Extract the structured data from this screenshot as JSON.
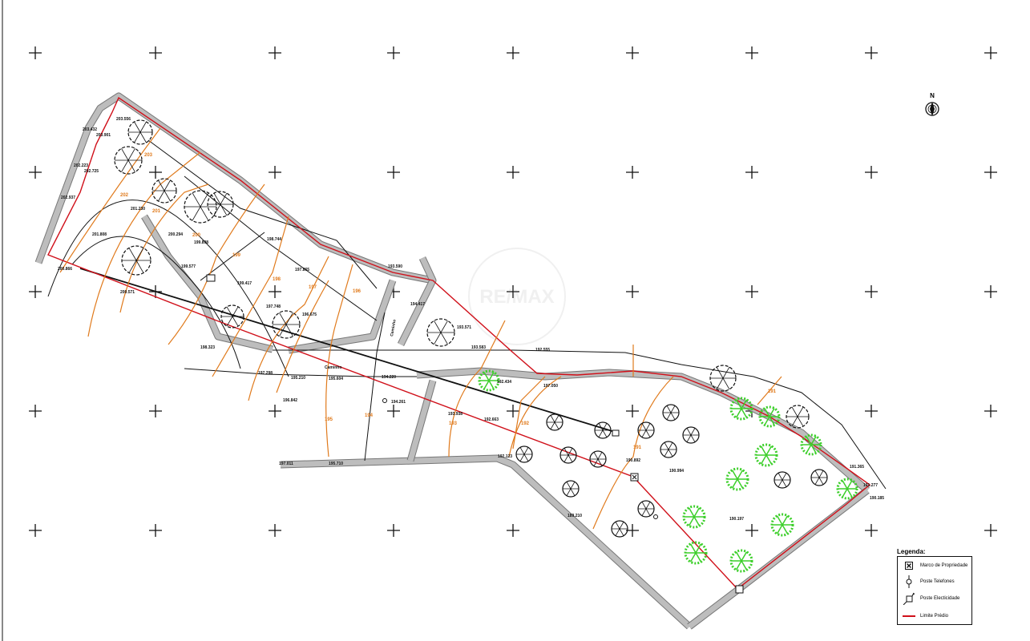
{
  "legend": {
    "title": "Legenda:",
    "items": [
      {
        "label": "Marco de Propriedade",
        "icon": "property-marker-icon"
      },
      {
        "label": "Poste Telefones",
        "icon": "telephone-pole-icon"
      },
      {
        "label": "Poste Electicidade",
        "icon": "electricity-pole-icon"
      },
      {
        "label": "Limite Prédio",
        "icon": "boundary-line-icon"
      }
    ]
  },
  "north_label": "N",
  "watermark": "RE/MAX",
  "road_label": "Caminho",
  "road_label_2": "Caminho",
  "colors": {
    "boundary": "#d0101a",
    "contour": "#e07a1c",
    "road": "#bdbdbd",
    "tree_green": "#3ccf2a"
  },
  "contours": [
    "203",
    "202",
    "201",
    "200",
    "199",
    "198",
    "197",
    "196",
    "195",
    "194",
    "193",
    "192",
    "191",
    "191"
  ],
  "spots": [
    "203.556",
    "203.901",
    "202.725",
    "202.223",
    "201.230",
    "200.294",
    "199.898",
    "199.417",
    "198.744",
    "197.865",
    "197.748",
    "196.675",
    "193.590",
    "194.417",
    "193.571",
    "193.583",
    "195.210",
    "195.604",
    "194.220",
    "196.842",
    "194.261",
    "192.663",
    "192.434",
    "193.938",
    "190.994",
    "190.197",
    "190.892",
    "192.123",
    "195.710",
    "197.011",
    "203.432",
    "202.937",
    "201.808",
    "200.866",
    "200.571",
    "198.323",
    "197.298",
    "199.577",
    "192.555",
    "191.365",
    "191.277",
    "190.185",
    "189.210",
    "197.050"
  ]
}
